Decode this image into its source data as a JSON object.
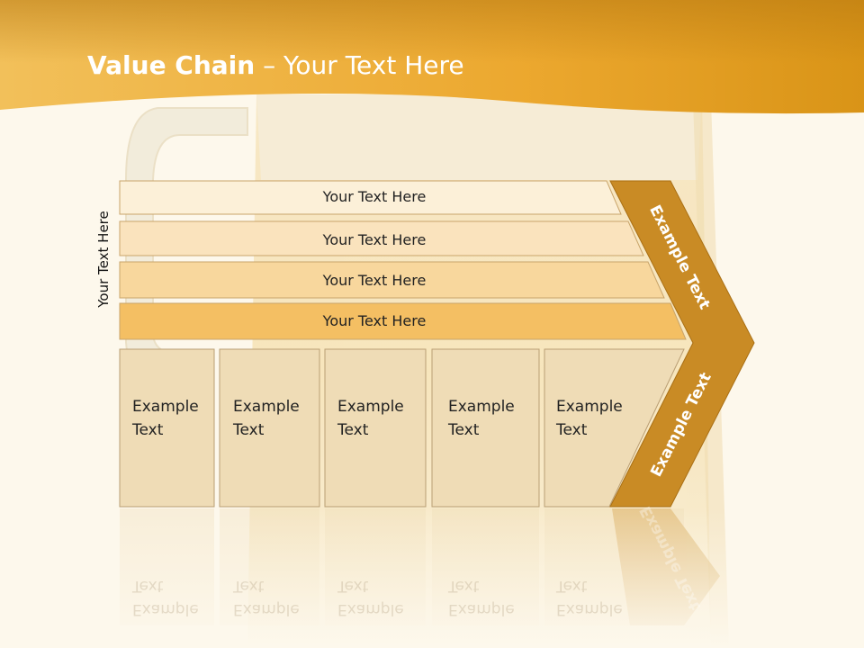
{
  "title": {
    "bold": "Value Chain",
    "rest": " – Your Text Here"
  },
  "side_label": "Your Text Here",
  "bars": [
    {
      "label": "Your Text Here"
    },
    {
      "label": "Your Text Here"
    },
    {
      "label": "Your Text Here"
    },
    {
      "label": "Your Text Here"
    }
  ],
  "columns": [
    {
      "line1": "Example",
      "line2": "Text"
    },
    {
      "line1": "Example",
      "line2": "Text"
    },
    {
      "line1": "Example",
      "line2": "Text"
    },
    {
      "line1": "Example",
      "line2": "Text"
    },
    {
      "line1": "Example",
      "line2": "Text"
    }
  ],
  "chevron": {
    "upper": "Example Text",
    "lower": "Example Text"
  },
  "colors": {
    "header": "#e9a32a",
    "chevron": "#c98b25",
    "bar_tones": [
      "#fcf0d8",
      "#fae3bd",
      "#f8d79d",
      "#f4bf63"
    ],
    "column": "#efdcb6"
  }
}
